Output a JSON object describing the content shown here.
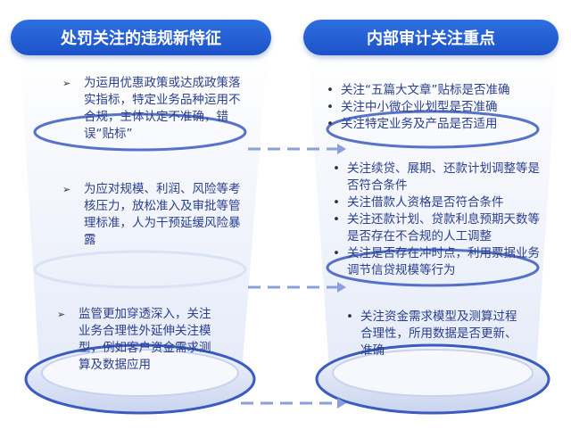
{
  "left": {
    "title": "处罚关注的违规新特征",
    "items": [
      "为运用优惠政策或达成政策落实指标，特定业务品种运用不合规，主体认定不准确，错误“贴标”",
      "为应对规模、利润、风险等考核压力，放松准入及审批等管理标准，人为干预延缓风险暴露",
      "监管更加穿透深入，关注业务合理性外延伸关注模型，例如客户资金需求测算及数据应用"
    ]
  },
  "right": {
    "title": "内部审计关注重点",
    "groups": [
      [
        "关注“五篇大文章”贴标是否准确",
        "关注中小微企业划型是否准确",
        "关注特定业务及产品是否适用"
      ],
      [
        "关注续贷、展期、还款计划调整等是否符合条件",
        "关注借款人资格是否符合条件",
        "关注还款计划、贷款利息预期天数等是否存在不合规的人工调整",
        "关注是否存在冲时点，利用票据业务调节信贷规模等行为"
      ],
      [
        "关注资金需求模型及测算过程合理性，所用数据是否更新、准确"
      ]
    ]
  },
  "colors": {
    "primary": "#1f5ad0",
    "text": "#2a3f8f"
  }
}
